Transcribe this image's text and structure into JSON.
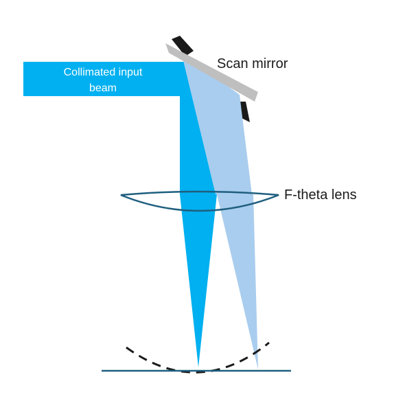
{
  "diagram": {
    "input_beam_label_line1": "Collimated input",
    "input_beam_label_line2": "beam",
    "scan_mirror_label": "Scan mirror",
    "lens_label": "F-theta lens"
  },
  "colors": {
    "input_beam": "#00b0f0",
    "scanned_beam": "#a9cdee",
    "mirror_face": "#bfbfbf",
    "mirror_back": "#1a1a1a",
    "lens_outline": "#1f5f7f",
    "focal_plane": "#1f5f7f",
    "focal_curve": "#1a1a1a",
    "label_on_beam": "#ffffff",
    "label_text": "#1a1a1a"
  }
}
